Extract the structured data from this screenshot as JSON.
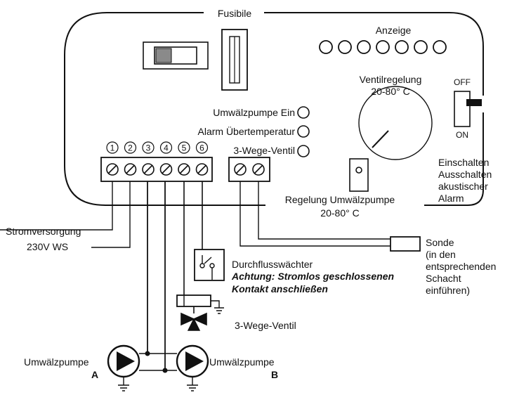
{
  "labels": {
    "fusibile": "Fusibile",
    "anzeige": "Anzeige",
    "ventilregelung": "Ventilregelung",
    "range_valve": "20-80° C",
    "off": "OFF",
    "on": "ON",
    "umwaelzpumpe_ein": "Umwälzpumpe Ein",
    "alarm_uebertemp": "Alarm Übertemperatur",
    "drei_wege_ventil_ind": "3-Wege-Ventil",
    "switch_desc": [
      "Einschalten",
      "Ausschalten",
      "akustischer",
      "Alarm"
    ],
    "regelung_umwaelzpumpe": "Regelung Umwälzpumpe",
    "range_pump": "20-80° C",
    "stromversorgung": "Stromversorgung",
    "voltage": "230V WS",
    "sonde": [
      "Sonde",
      "(in den",
      "entsprechenden",
      "Schacht",
      "einführen)"
    ],
    "durchflusswaechter": "Durchflusswächter",
    "warning": [
      "Achtung: Stromlos geschlossenen",
      "Kontakt anschließen"
    ],
    "drei_wege_ventil": "3-Wege-Ventil",
    "umwaelzpumpe_a": "Umwälzpumpe",
    "pump_a_letter": "A",
    "umwaelzpumpe_b": "Umwälzpumpe",
    "pump_b_letter": "B"
  },
  "terminal_numbers": [
    "1",
    "2",
    "3",
    "4",
    "5",
    "6"
  ],
  "display_led_count": 7
}
